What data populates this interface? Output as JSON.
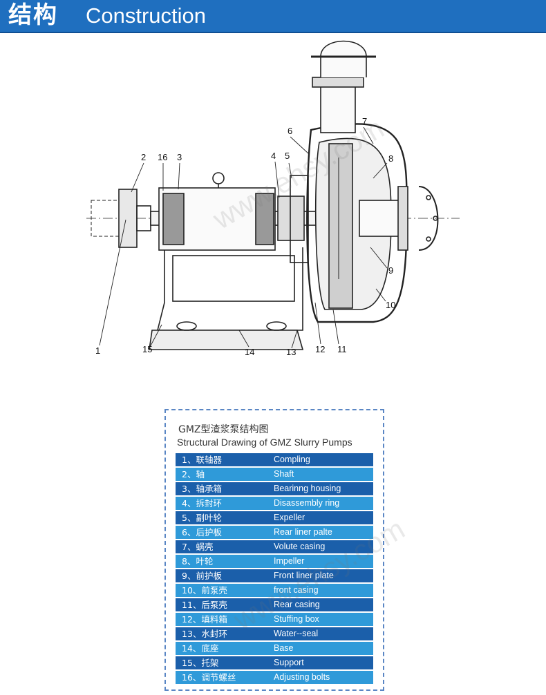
{
  "header": {
    "title_cn": "结构",
    "title_en": "Construction",
    "bar_color": "#1f6fbf"
  },
  "drawing": {
    "callouts": [
      "1",
      "2",
      "16",
      "3",
      "4",
      "5",
      "6",
      "7",
      "8",
      "9",
      "10",
      "11",
      "12",
      "13",
      "14",
      "15"
    ]
  },
  "legend": {
    "title_cn": "GMZ型渣浆泵结构图",
    "title_en": "Structural Drawing of GMZ Slurry Pumps",
    "row_color_dark": "#1b5faa",
    "row_color_light": "#2f9ad9",
    "items": [
      {
        "cn": "1、联轴器",
        "en": "Compling"
      },
      {
        "cn": "2、轴",
        "en": "Shaft"
      },
      {
        "cn": "3、轴承箱",
        "en": "Bearinng housing"
      },
      {
        "cn": "4、拆封环",
        "en": "Disassembly ring"
      },
      {
        "cn": "5、副叶轮",
        "en": "Expeller"
      },
      {
        "cn": "6、后护板",
        "en": "Rear liner palte"
      },
      {
        "cn": "7、蜗壳",
        "en": "Volute casing"
      },
      {
        "cn": "8、叶轮",
        "en": "Impeller"
      },
      {
        "cn": "9、前护板",
        "en": "Front liner plate"
      },
      {
        "cn": "10、前泵壳",
        "en": "front casing"
      },
      {
        "cn": "11、后泵壳",
        "en": "Rear casing"
      },
      {
        "cn": "12、填料箱",
        "en": "Stuffing box"
      },
      {
        "cn": "13、水封环",
        "en": "Water--seal"
      },
      {
        "cn": "14、底座",
        "en": "Base"
      },
      {
        "cn": "15、托架",
        "en": "Support"
      },
      {
        "cn": "16、调节螺丝",
        "en": "Adjusting bolts"
      }
    ]
  },
  "watermark": {
    "text": "www.ehsy.com"
  }
}
